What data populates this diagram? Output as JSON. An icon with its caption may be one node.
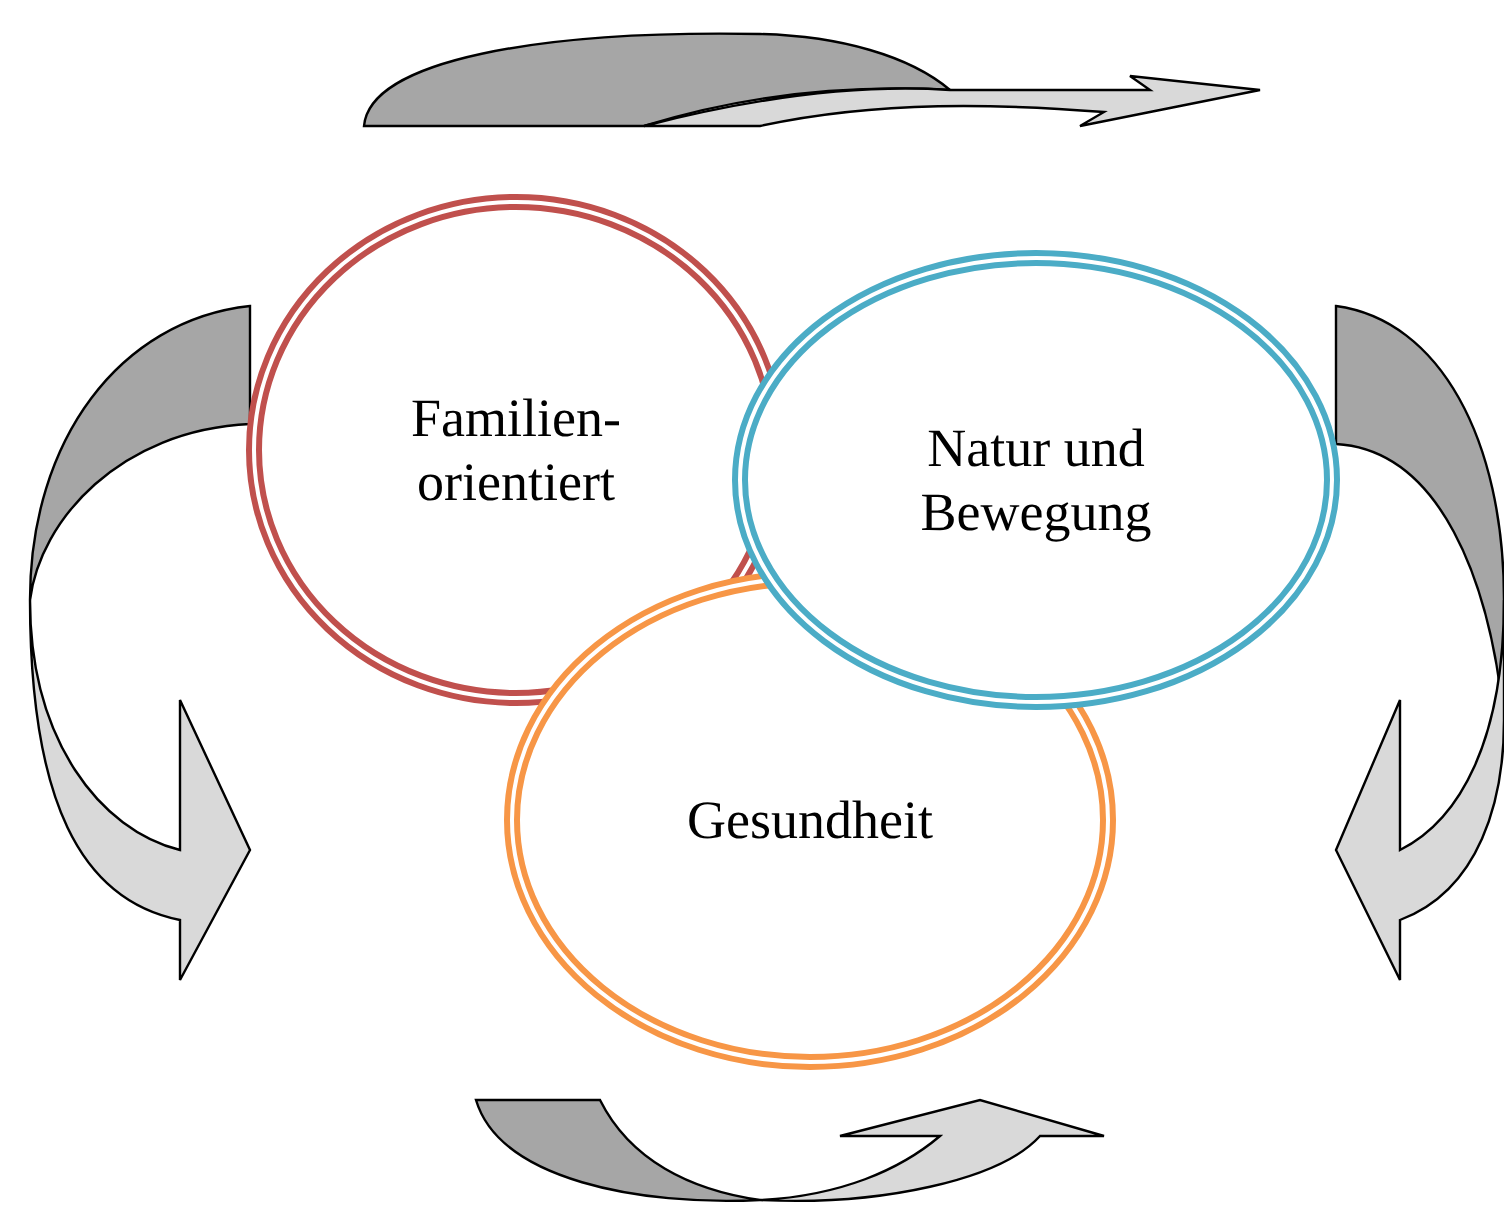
{
  "diagram": {
    "nodes": [
      {
        "text": [
          "Familien- orientiert"
        ]
      },
      {
        "text": [
          "Natur und Bewegung"
        ]
      },
      {
        "text": [
          "Gesundheit"
        ]
      }
    ]
  }
}
